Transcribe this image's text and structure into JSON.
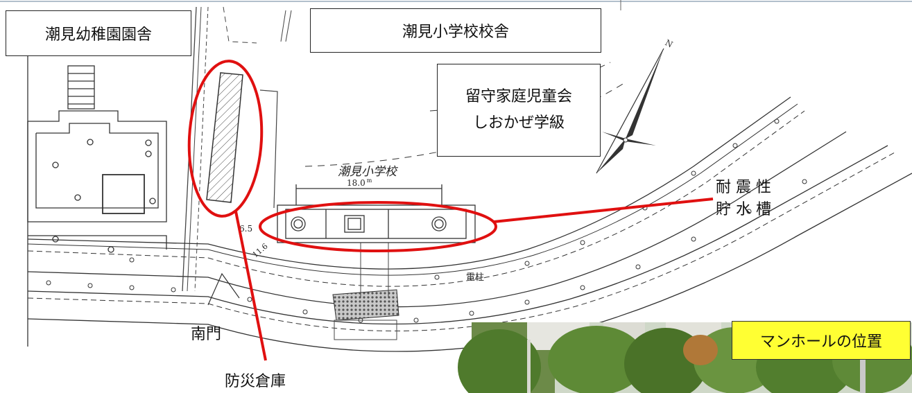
{
  "labels": {
    "kindergarten_building": "潮見幼稚園園舎",
    "elementary_building": "潮見小学校校舎",
    "after_school": [
      "留守家庭児童会",
      "しおかぜ学級"
    ],
    "south_gate": "南門",
    "storehouse": "防災倉庫",
    "tank": [
      "耐 震 性",
      "貯 水 槽"
    ],
    "manhole_position": "マンホールの位置"
  },
  "drawing_text": {
    "school_name": "潮見小学校",
    "dim_length": "18.0",
    "dim_unit": "m",
    "dim_6_5": "6.5",
    "dim_11_6": "11.6",
    "pole_label": "電柱",
    "north_mark": "N"
  },
  "colors": {
    "highlight_red": "#e01010",
    "manhole_label_bg": "#ffff33",
    "line": "#333333"
  }
}
